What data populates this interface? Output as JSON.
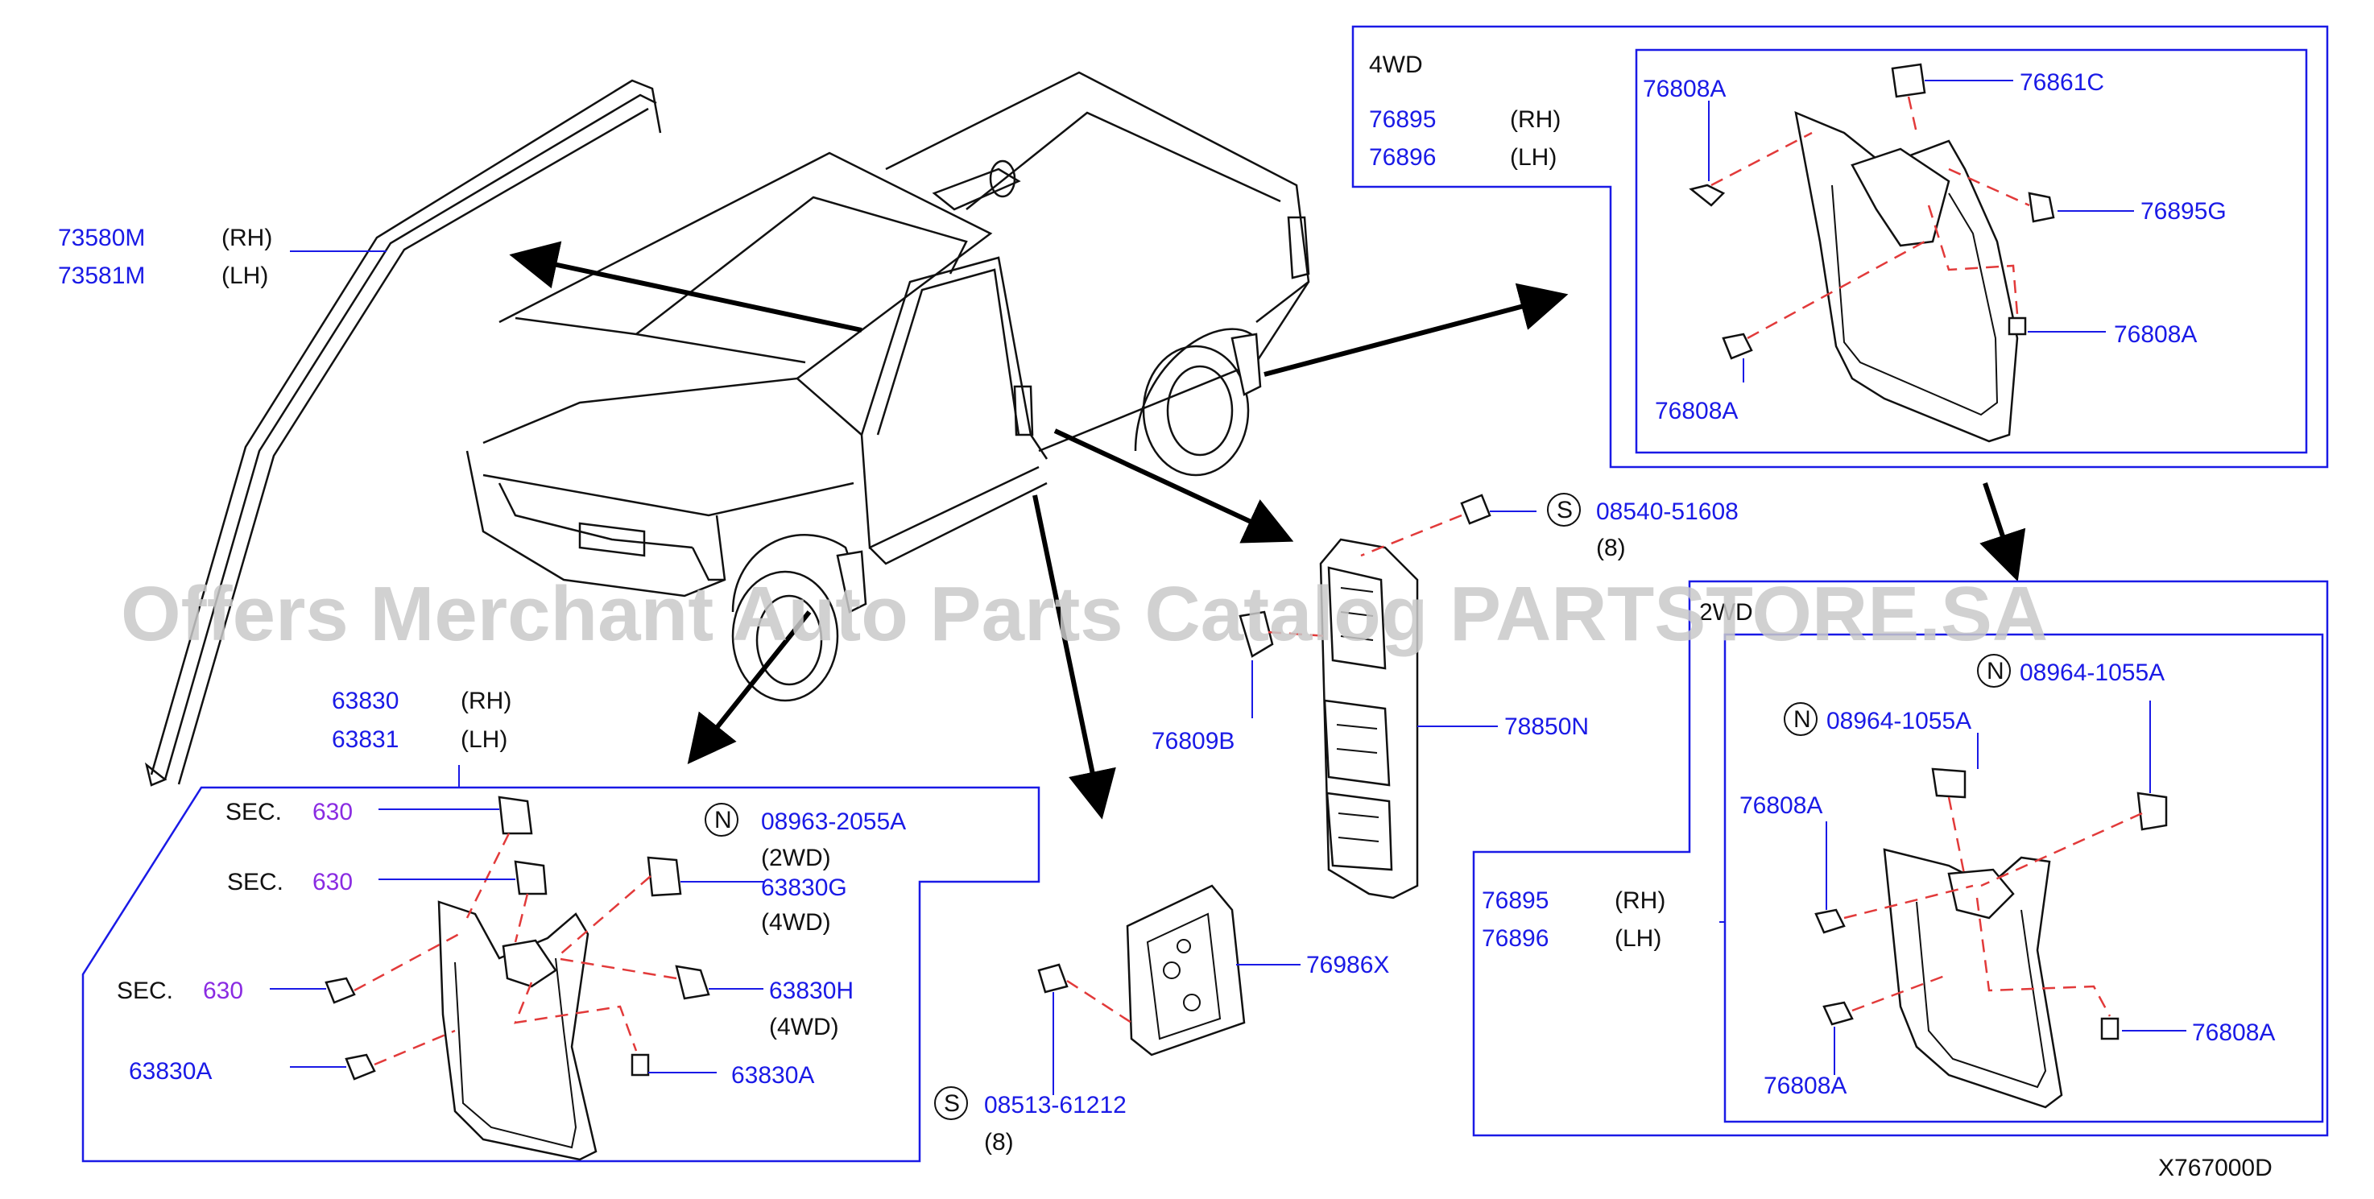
{
  "watermark": "Offers Merchant Auto Parts Catalog PARTSTORE.SA",
  "drawing_id": "X767000D",
  "side_rail": {
    "rh_no": "73580M",
    "rh": "(RH)",
    "lh_no": "73581M",
    "lh": "(LH)"
  },
  "box_4wd": {
    "title": "4WD",
    "rh_no": "76895",
    "rh": "(RH)",
    "lh_no": "76896",
    "lh": "(LH)",
    "p1": "76808A",
    "p2": "76861C",
    "p3": "76895G",
    "p4": "76808A",
    "p5": "76808A"
  },
  "box_2wd": {
    "title": "2WD",
    "n_mark": "N",
    "n1": "08964-1055A",
    "n2": "08964-1055A",
    "rh_no": "76895",
    "rh": "(RH)",
    "lh_no": "76896",
    "lh": "(LH)",
    "p1": "76808A",
    "p2": "76808A",
    "p3": "76808A"
  },
  "center": {
    "s_mark": "S",
    "screw1": "08540-51608",
    "screw1_qty": "(8)",
    "clip": "76809B",
    "molding": "78850N",
    "plate": "76986X",
    "screw2": "08513-61212",
    "screw2_qty": "(8)"
  },
  "front_box": {
    "rh_no": "63830",
    "rh": "(RH)",
    "lh_no": "63831",
    "lh": "(LH)",
    "sec_label": "SEC.",
    "sec_no": "630",
    "n_mark": "N",
    "nut": "08963-2055A",
    "nut_note": "(2WD)",
    "g": "63830G",
    "g_note": "(4WD)",
    "h": "63830H",
    "h_note": "(4WD)",
    "a1": "63830A",
    "a2": "63830A"
  }
}
